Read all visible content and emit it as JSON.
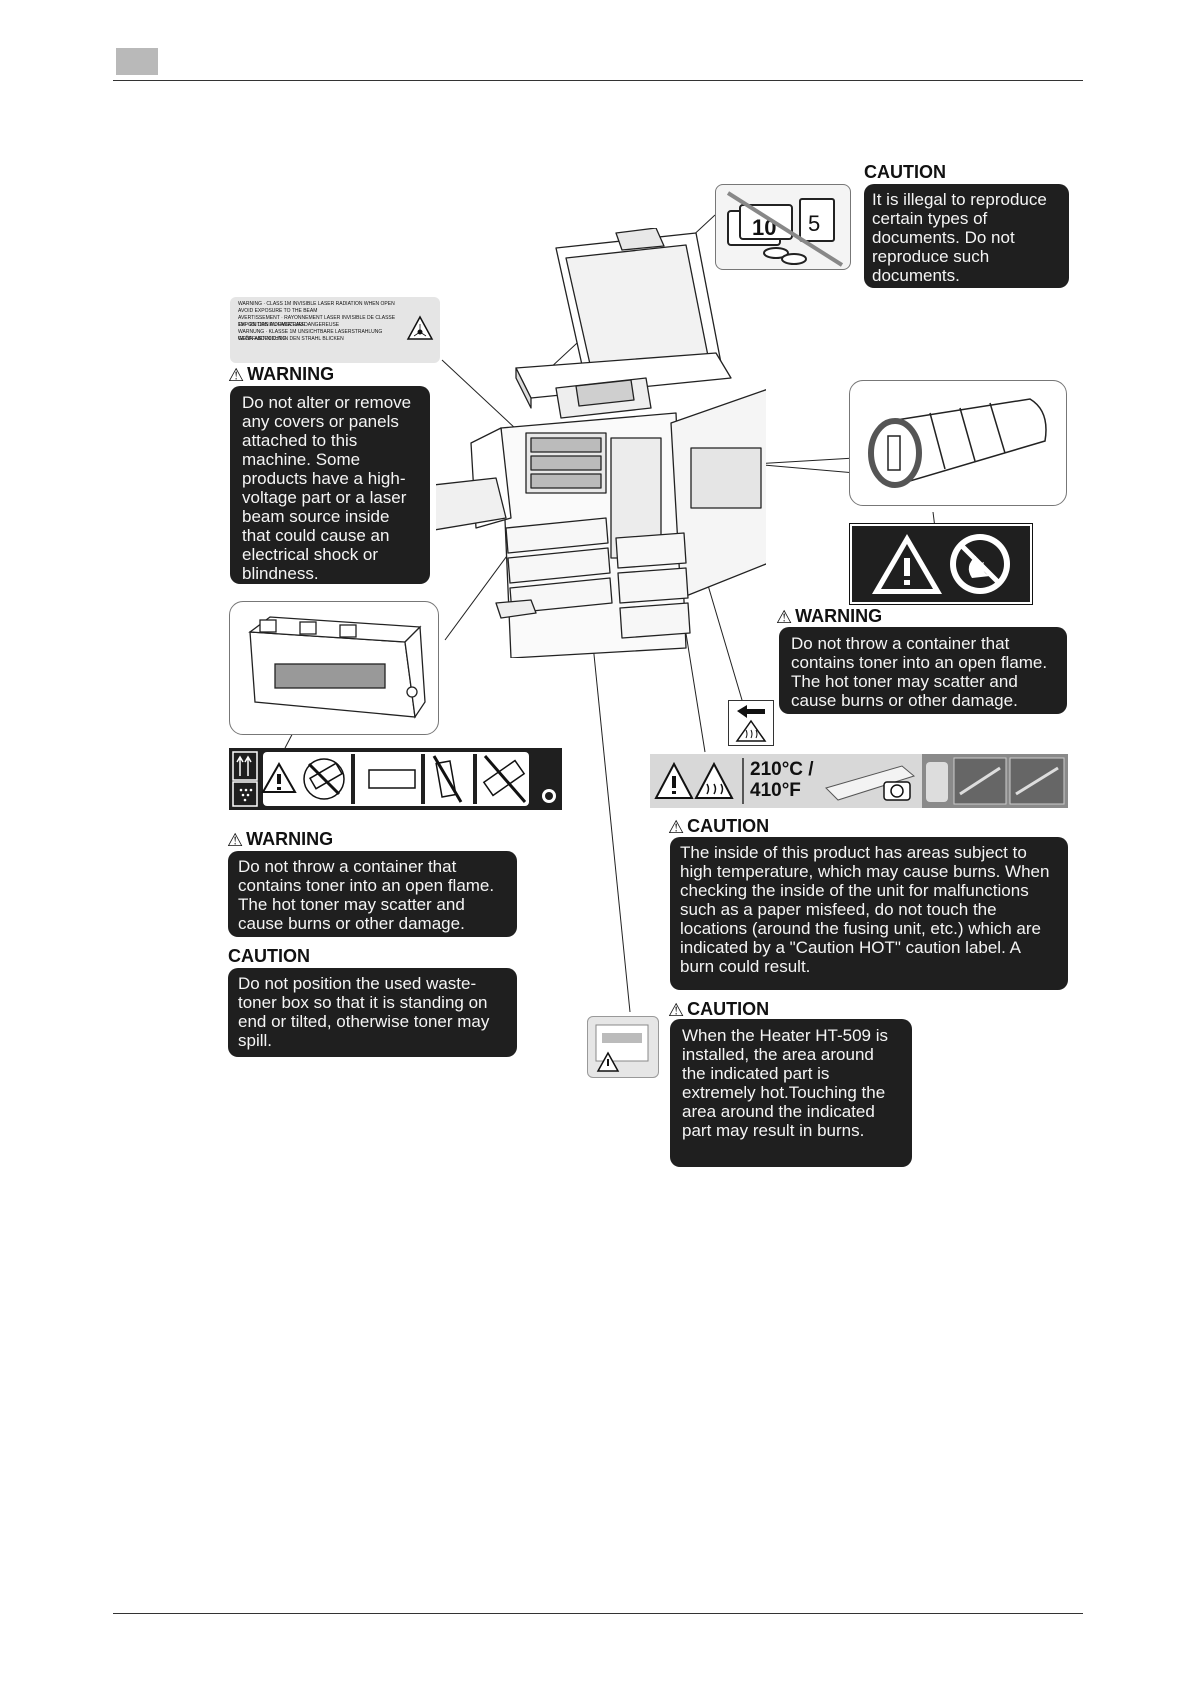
{
  "labels": {
    "caution_documents": {
      "heading": "CAUTION",
      "text": "It is illegal to reproduce certain types of documents. Do not reproduce such documents."
    },
    "warning_covers": {
      "heading": "WARNING",
      "text": "Do not alter or remove any covers or panels attached to this machine. Some products have a high-voltage part or a laser beam source inside that could cause an electrical shock or blindness."
    },
    "warning_toner_right": {
      "heading": "WARNING",
      "text": "Do not throw a container that contains toner into an open flame. The hot toner may scatter and cause burns or other damage."
    },
    "warning_toner_left": {
      "heading": "WARNING",
      "text": "Do not throw a container that contains toner into an open flame. The hot toner may scatter and cause burns or other damage."
    },
    "caution_waste_toner": {
      "heading": "CAUTION",
      "text": "Do not position the used waste-toner box so that it is standing on end or tilted, otherwise toner may spill."
    },
    "caution_hot": {
      "heading": "CAUTION",
      "text": "The inside of this product has areas subject to high temperature, which may cause burns. When checking the inside of the unit for malfunctions such as a paper misfeed, do not touch the locations (around the fusing unit, etc.) which are indicated by a \"Caution HOT\" caution label. A burn could result."
    },
    "caution_heater": {
      "heading": "CAUTION",
      "text": "When the Heater HT-509 is installed, the area around the indicated part is extremely hot.Touching the area around the indicated part may result in burns."
    }
  },
  "temperature_label": {
    "celsius": "210°C /",
    "fahrenheit": "410°F"
  },
  "laser_label": {
    "lines": [
      "WARNING · CLASS 1M INVISIBLE LASER RADIATION WHEN OPEN",
      "AVOID EXPOSURE TO THE BEAM",
      "AVERTISSEMENT · RAYONNEMENT LASER INVISIBLE DE CLASSE 1M · EN CAS D'OUVERTURE",
      "EXPOSITION AU FAISCEAU DANGEREUSE",
      "WARNUNG · KLASSE 1M UNSICHTBARE LASERSTRAHLUNG WENN ABDECKUNG",
      "GEÖFFNET NICHT IN DEN STRAHL BLICKEN"
    ]
  },
  "icons": [
    "warning-triangle-icon",
    "hot-surface-icon",
    "no-fire-icon",
    "laser-icon",
    "this-side-up-icon"
  ]
}
